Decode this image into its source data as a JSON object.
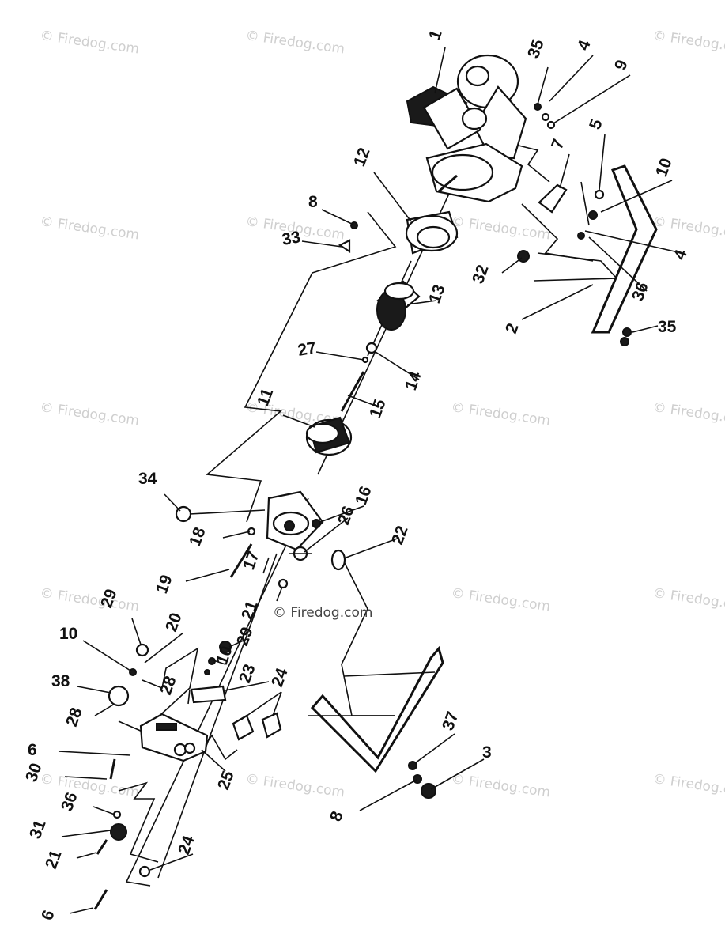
{
  "watermark": {
    "text": "© Firedog.com",
    "color": "#cfcfcf"
  },
  "center_watermark": {
    "text": "© Firedog.com"
  },
  "callouts": [
    {
      "label": "1"
    },
    {
      "label": "35"
    },
    {
      "label": "4"
    },
    {
      "label": "9"
    },
    {
      "label": "7"
    },
    {
      "label": "5"
    },
    {
      "label": "10"
    },
    {
      "label": "4"
    },
    {
      "label": "12"
    },
    {
      "label": "8"
    },
    {
      "label": "33"
    },
    {
      "label": "32"
    },
    {
      "label": "36"
    },
    {
      "label": "35"
    },
    {
      "label": "2"
    },
    {
      "label": "13"
    },
    {
      "label": "27"
    },
    {
      "label": "14"
    },
    {
      "label": "15"
    },
    {
      "label": "11"
    },
    {
      "label": "34"
    },
    {
      "label": "16"
    },
    {
      "label": "26"
    },
    {
      "label": "22"
    },
    {
      "label": "18"
    },
    {
      "label": "19"
    },
    {
      "label": "17"
    },
    {
      "label": "21"
    },
    {
      "label": "29"
    },
    {
      "label": "20"
    },
    {
      "label": "10"
    },
    {
      "label": "29"
    },
    {
      "label": "10"
    },
    {
      "label": "38"
    },
    {
      "label": "28"
    },
    {
      "label": "23"
    },
    {
      "label": "24"
    },
    {
      "label": "28"
    },
    {
      "label": "6"
    },
    {
      "label": "30"
    },
    {
      "label": "25"
    },
    {
      "label": "37"
    },
    {
      "label": "3"
    },
    {
      "label": "8"
    },
    {
      "label": "36"
    },
    {
      "label": "31"
    },
    {
      "label": "21"
    },
    {
      "label": "24"
    },
    {
      "label": "6"
    }
  ]
}
